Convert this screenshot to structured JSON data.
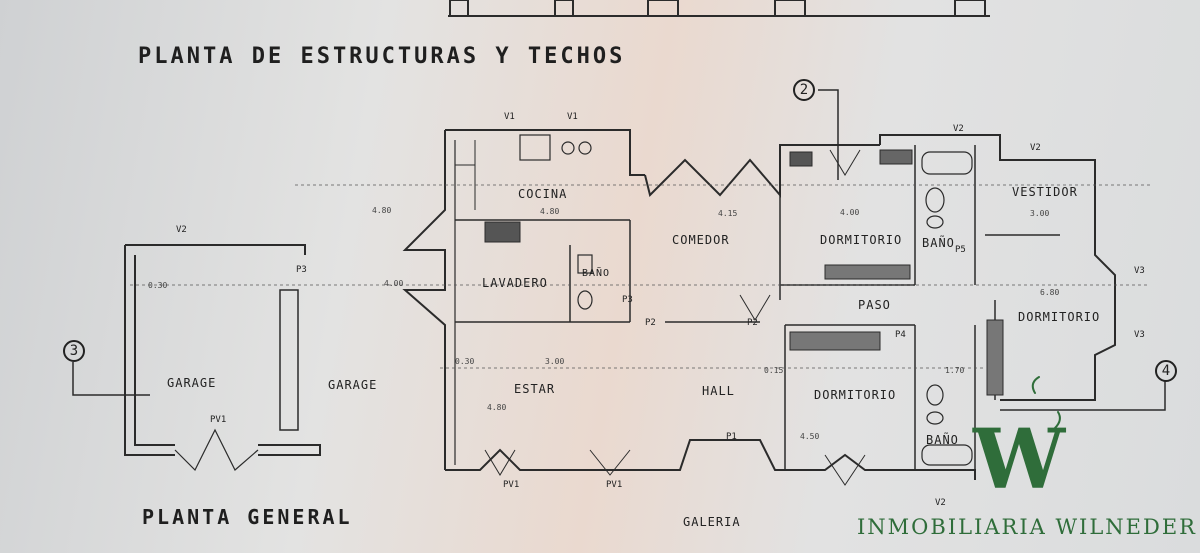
{
  "titles": {
    "top": "PLANTA DE ESTRUCTURAS Y TECHOS",
    "bottom": "PLANTA GENERAL"
  },
  "rooms": {
    "cocina": "COCINA",
    "comedor": "COMEDOR",
    "lavadero": "LAVADERO",
    "bano_servicio": "BAÑO",
    "estar": "ESTAR",
    "hall": "HALL",
    "galeria": "GALERIA",
    "garage_1": "GARAGE",
    "garage_2": "GARAGE",
    "dormitorio_1": "DORMITORIO",
    "bano_1": "BAÑO",
    "paso": "PASO",
    "vestidor": "VESTIDOR",
    "dormitorio_2": "DORMITORIO",
    "dormitorio_3": "DORMITORIO",
    "bano_2": "BAÑO"
  },
  "axes": [
    "2",
    "3",
    "4"
  ],
  "dimensions": {
    "d1": "4.80",
    "d2": "4.80",
    "d3": "4.15",
    "d4": "4.00",
    "d5": "3.00",
    "d6": "0.30",
    "d7": "4.00",
    "d8": "6.80",
    "d9": "3.00",
    "d10": "4.50",
    "d11": "4.80",
    "d12": "1.70",
    "d13": "0.15",
    "d14": "0.30"
  },
  "tags": {
    "v1a": "V1",
    "v1b": "V1",
    "v2a": "V2",
    "v2b": "V2",
    "v2c": "V2",
    "v2d": "V2",
    "v3a": "V3",
    "v3b": "V3",
    "p2a": "P2",
    "p2b": "P2",
    "p3a": "P3",
    "p3b": "P3",
    "p1": "P1",
    "p4": "P4",
    "p5": "P5",
    "pv1a": "PV1",
    "pv1b": "PV1",
    "pv1c": "PV1"
  },
  "brand": {
    "name": "INMOBILIARIA WILNEDER",
    "logo_letter": "W"
  },
  "colors": {
    "line": "#2b2b2b",
    "brand_green": "#2f6d3a",
    "paper": "#e2e2e2"
  }
}
